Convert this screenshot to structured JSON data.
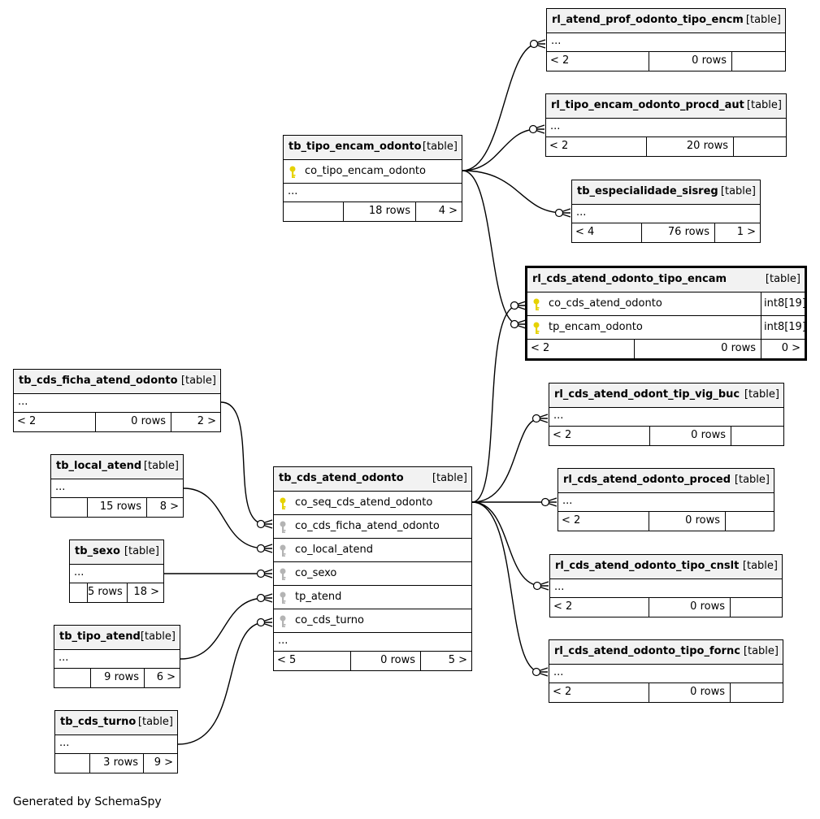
{
  "footer": "Generated by SchemaSpy",
  "tables": {
    "tb_tipo_encam_odonto": {
      "name": "tb_tipo_encam_odonto",
      "kind": "[table]",
      "columns": [
        {
          "name": "co_tipo_encam_odonto",
          "key": "primary"
        }
      ],
      "ellipsis": "...",
      "parents": "",
      "rows": "18 rows",
      "children": "4 >"
    },
    "rl_atend_prof_odonto_tipo_encm": {
      "name": "rl_atend_prof_odonto_tipo_encm",
      "kind": "[table]",
      "columns": [],
      "ellipsis": "...",
      "parents": "< 2",
      "rows": "0 rows",
      "children": ""
    },
    "rl_tipo_encam_odonto_procd_aut": {
      "name": "rl_tipo_encam_odonto_procd_aut",
      "kind": "[table]",
      "columns": [],
      "ellipsis": "...",
      "parents": "< 2",
      "rows": "20 rows",
      "children": ""
    },
    "tb_especialidade_sisreg": {
      "name": "tb_especialidade_sisreg",
      "kind": "[table]",
      "columns": [],
      "ellipsis": "...",
      "parents": "< 4",
      "rows": "76 rows",
      "children": "1 >"
    },
    "rl_cds_atend_odonto_tipo_encam": {
      "name": "rl_cds_atend_odonto_tipo_encam",
      "kind": "[table]",
      "columns": [
        {
          "name": "co_cds_atend_odonto",
          "key": "primary",
          "type": "int8[19]"
        },
        {
          "name": "tp_encam_odonto",
          "key": "primary",
          "type": "int8[19]"
        }
      ],
      "ellipsis": "",
      "parents": "< 2",
      "rows": "0 rows",
      "children": "0 >"
    },
    "tb_cds_ficha_atend_odonto": {
      "name": "tb_cds_ficha_atend_odonto",
      "kind": "[table]",
      "columns": [],
      "ellipsis": "...",
      "parents": "< 2",
      "rows": "0 rows",
      "children": "2 >"
    },
    "tb_local_atend": {
      "name": "tb_local_atend",
      "kind": "[table]",
      "columns": [],
      "ellipsis": "...",
      "parents": "",
      "rows": "15 rows",
      "children": "8 >"
    },
    "tb_sexo": {
      "name": "tb_sexo",
      "kind": "[table]",
      "columns": [],
      "ellipsis": "...",
      "parents": "",
      "rows": "5 rows",
      "children": "18 >"
    },
    "tb_tipo_atend": {
      "name": "tb_tipo_atend",
      "kind": "[table]",
      "columns": [],
      "ellipsis": "...",
      "parents": "",
      "rows": "9 rows",
      "children": "6 >"
    },
    "tb_cds_turno": {
      "name": "tb_cds_turno",
      "kind": "[table]",
      "columns": [],
      "ellipsis": "...",
      "parents": "",
      "rows": "3 rows",
      "children": "9 >"
    },
    "tb_cds_atend_odonto": {
      "name": "tb_cds_atend_odonto",
      "kind": "[table]",
      "columns": [
        {
          "name": "co_seq_cds_atend_odonto",
          "key": "primary"
        },
        {
          "name": "co_cds_ficha_atend_odonto",
          "key": "foreign"
        },
        {
          "name": "co_local_atend",
          "key": "foreign"
        },
        {
          "name": "co_sexo",
          "key": "foreign"
        },
        {
          "name": "tp_atend",
          "key": "foreign"
        },
        {
          "name": "co_cds_turno",
          "key": "foreign"
        }
      ],
      "ellipsis": "...",
      "parents": "< 5",
      "rows": "0 rows",
      "children": "5 >"
    },
    "rl_cds_atend_odont_tip_vig_buc": {
      "name": "rl_cds_atend_odont_tip_vig_buc",
      "kind": "[table]",
      "columns": [],
      "ellipsis": "...",
      "parents": "< 2",
      "rows": "0 rows",
      "children": ""
    },
    "rl_cds_atend_odonto_proced": {
      "name": "rl_cds_atend_odonto_proced",
      "kind": "[table]",
      "columns": [],
      "ellipsis": "...",
      "parents": "< 2",
      "rows": "0 rows",
      "children": ""
    },
    "rl_cds_atend_odonto_tipo_cnslt": {
      "name": "rl_cds_atend_odonto_tipo_cnslt",
      "kind": "[table]",
      "columns": [],
      "ellipsis": "...",
      "parents": "< 2",
      "rows": "0 rows",
      "children": ""
    },
    "rl_cds_atend_odonto_tipo_fornc": {
      "name": "rl_cds_atend_odonto_tipo_fornc",
      "kind": "[table]",
      "columns": [],
      "ellipsis": "...",
      "parents": "< 2",
      "rows": "0 rows",
      "children": ""
    }
  },
  "relationships": [
    {
      "from": "tb_tipo_encam_odonto",
      "to": "rl_atend_prof_odonto_tipo_encm"
    },
    {
      "from": "tb_tipo_encam_odonto",
      "to": "rl_tipo_encam_odonto_procd_aut"
    },
    {
      "from": "tb_tipo_encam_odonto",
      "to": "tb_especialidade_sisreg"
    },
    {
      "from": "tb_tipo_encam_odonto",
      "to": "rl_cds_atend_odonto_tipo_encam"
    },
    {
      "from": "tb_cds_atend_odonto",
      "to": "rl_cds_atend_odonto_tipo_encam"
    },
    {
      "from": "tb_cds_atend_odonto",
      "to": "rl_cds_atend_odont_tip_vig_buc"
    },
    {
      "from": "tb_cds_atend_odonto",
      "to": "rl_cds_atend_odonto_proced"
    },
    {
      "from": "tb_cds_atend_odonto",
      "to": "rl_cds_atend_odonto_tipo_cnslt"
    },
    {
      "from": "tb_cds_atend_odonto",
      "to": "rl_cds_atend_odonto_tipo_fornc"
    },
    {
      "from": "tb_cds_ficha_atend_odonto",
      "to": "tb_cds_atend_odonto"
    },
    {
      "from": "tb_local_atend",
      "to": "tb_cds_atend_odonto"
    },
    {
      "from": "tb_sexo",
      "to": "tb_cds_atend_odonto"
    },
    {
      "from": "tb_tipo_atend",
      "to": "tb_cds_atend_odonto"
    },
    {
      "from": "tb_cds_turno",
      "to": "tb_cds_atend_odonto"
    }
  ],
  "colors": {
    "primary_key": "#e6d200",
    "foreign_key": "#b4b4b4",
    "header": "#f2f2f2",
    "line": "#000000"
  }
}
